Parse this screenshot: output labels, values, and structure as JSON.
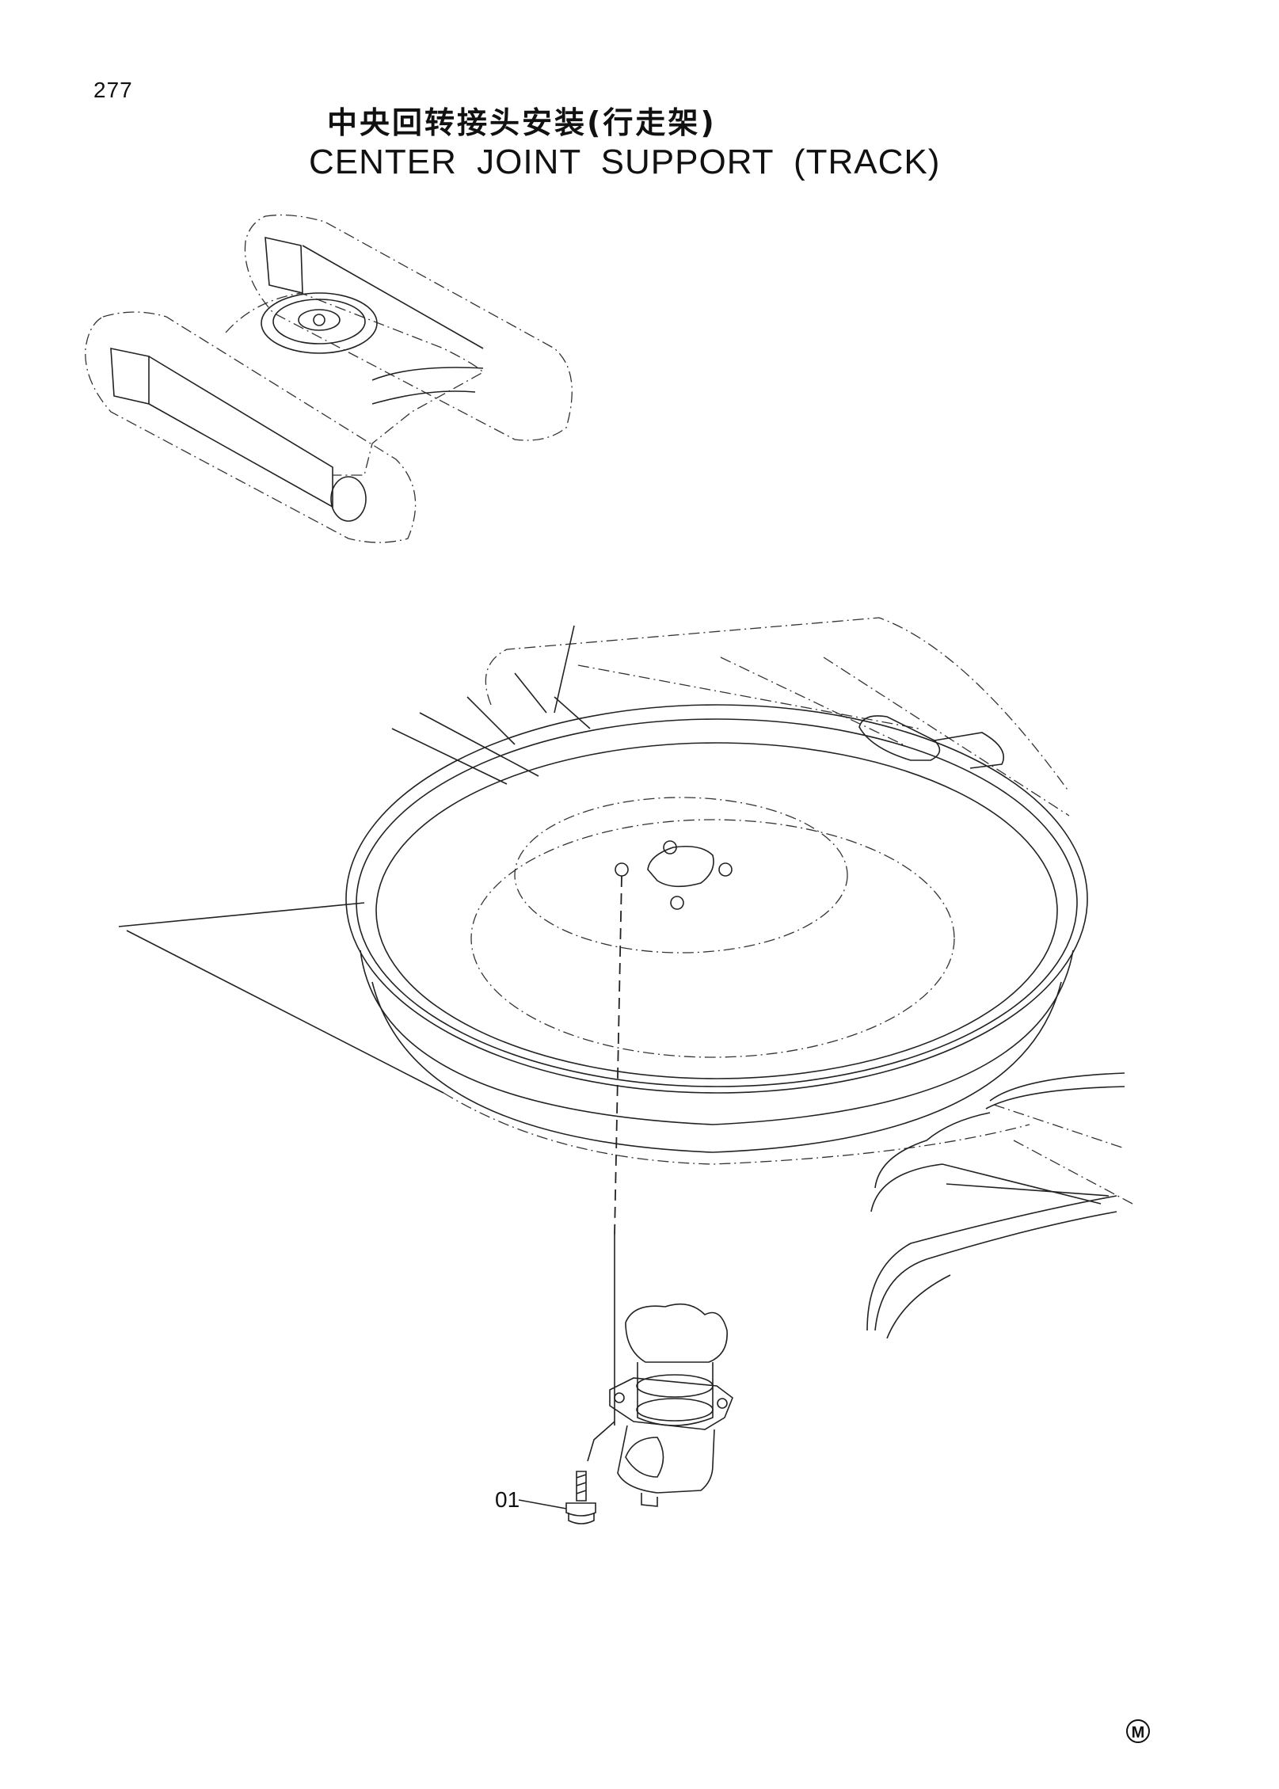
{
  "header": {
    "page_number": "277",
    "title_cn": "中央回转接头安装(行走架)",
    "title_en": "CENTER JOINT SUPPORT (TRACK)"
  },
  "callouts": {
    "part_01": "01"
  },
  "footer": {
    "mark": "M"
  }
}
